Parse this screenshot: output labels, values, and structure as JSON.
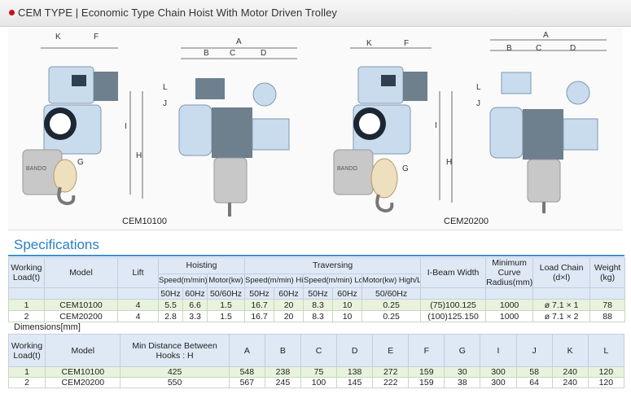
{
  "header": {
    "title": "CEM TYPE | Economic Type Chain Hoist With Motor Driven Trolley"
  },
  "diagram": {
    "labels_left": [
      "K",
      "F",
      "I",
      "H",
      "G"
    ],
    "labels_side": [
      "A",
      "B",
      "C",
      "D",
      "L",
      "J"
    ],
    "caption_left": "CEM10100",
    "caption_right": "CEM20200",
    "brand": "BANDO"
  },
  "spec": {
    "title": "Specifications",
    "headers": {
      "working_load": "Working Load(t)",
      "model": "Model",
      "lift": "Lift",
      "hoisting": "Hoisting",
      "traversing": "Traversing",
      "hoist_speed": "Speed(m/min)",
      "hoist_motor": "Motor(kw)",
      "hz50": "50Hz",
      "hz60": "60Hz",
      "hz5060": "50/60Hz",
      "trav_speed_high": "Speed(m/min) High",
      "trav_speed_low": "Speed(m/min) Low",
      "trav_motor": "Motor(kw) High/Low",
      "ibeam": "I-Beam Width",
      "min_curve": "Minimum Curve Radius(mm)",
      "load_chain": "Load Chain (d×l)",
      "weight": "Weight (kg)"
    },
    "rows": [
      [
        "1",
        "CEM10100",
        "4",
        "5.5",
        "6.6",
        "1.5",
        "16.7",
        "20",
        "8.3",
        "10",
        "0.25",
        "(75)100.125",
        "1000",
        "ø 7.1 × 1",
        "78"
      ],
      [
        "2",
        "CEM20200",
        "4",
        "2.8",
        "3.3",
        "1.5",
        "16.7",
        "20",
        "8.3",
        "10",
        "0.25",
        "(100)125.150",
        "1000",
        "ø 7.1 × 2",
        "88"
      ]
    ]
  },
  "dims": {
    "title": "Dimensions[mm]",
    "headers": [
      "Working Load(t)",
      "Model",
      "Min Distance Between Hooks : H",
      "A",
      "B",
      "C",
      "D",
      "E",
      "F",
      "G",
      "I",
      "J",
      "K",
      "L"
    ],
    "rows": [
      [
        "1",
        "CEM10100",
        "425",
        "548",
        "238",
        "75",
        "138",
        "272",
        "159",
        "30",
        "300",
        "58",
        "240",
        "120"
      ],
      [
        "2",
        "CEM20200",
        "550",
        "567",
        "245",
        "100",
        "145",
        "222",
        "159",
        "38",
        "300",
        "64",
        "240",
        "120"
      ]
    ]
  }
}
